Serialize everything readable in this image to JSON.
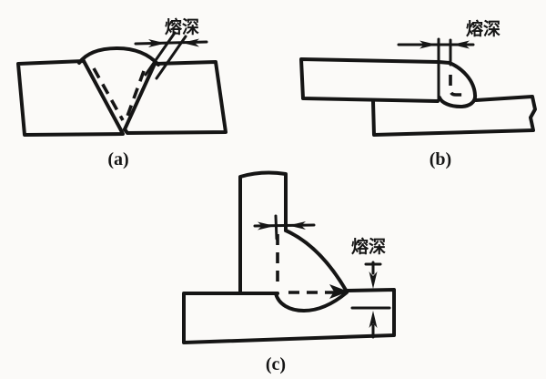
{
  "colors": {
    "background": "#fbfaf8",
    "ink": "#151515"
  },
  "panels": {
    "a": {
      "caption": "(a)",
      "dimension_label": "熔深"
    },
    "b": {
      "caption": "(b)",
      "dimension_label": "熔深"
    },
    "c": {
      "caption": "(c)",
      "dimension_label": "熔深"
    }
  }
}
